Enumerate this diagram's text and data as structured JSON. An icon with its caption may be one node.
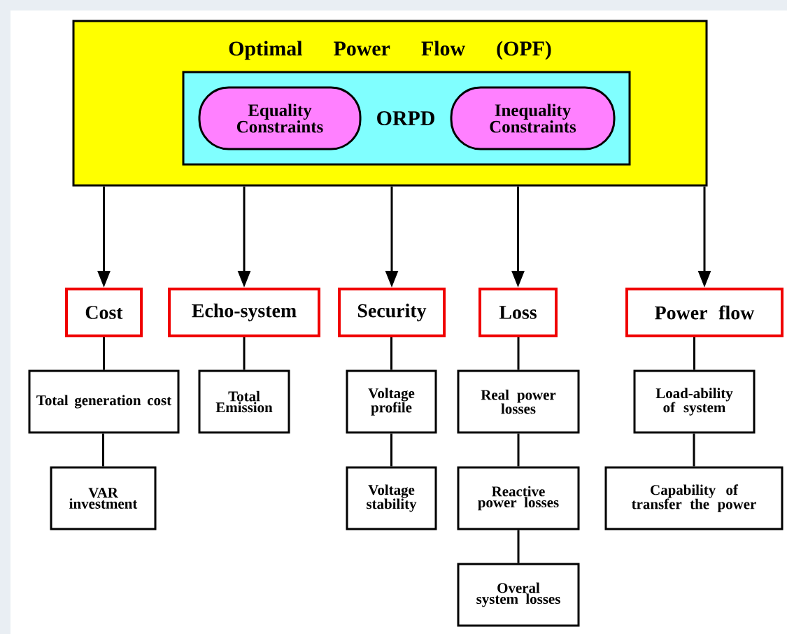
{
  "diagram": {
    "nodes": [
      {
        "text": [
          "Optimal Power Flow (OPF)"
        ]
      },
      {
        "text": [
          "ORPD"
        ],
        "in": 0
      },
      {
        "text": [
          "Equality Constraints"
        ],
        "in": 1
      },
      {
        "text": [
          "Inequality Constraints"
        ],
        "in": 1
      },
      {
        "text": [
          "Cost"
        ]
      },
      {
        "text": [
          "Echo-system"
        ]
      },
      {
        "text": [
          "Security"
        ]
      },
      {
        "text": [
          "Loss"
        ]
      },
      {
        "text": [
          "Power flow"
        ]
      },
      {
        "text": [
          "Total generation cost"
        ]
      },
      {
        "text": [
          "VAR investment"
        ]
      },
      {
        "text": [
          "Total Emission"
        ]
      },
      {
        "text": [
          "Voltage profile"
        ]
      },
      {
        "text": [
          "Voltage stability"
        ]
      },
      {
        "text": [
          "Real power losses"
        ]
      },
      {
        "text": [
          "Reactive power losses"
        ]
      },
      {
        "text": [
          "Overal system losses"
        ]
      },
      {
        "text": [
          "Load-ability of system"
        ]
      },
      {
        "text": [
          "Capability of transfer the power"
        ]
      }
    ],
    "edges": [
      {
        "from": 0,
        "to": 4,
        "arrow": "to"
      },
      {
        "from": 0,
        "to": 5,
        "arrow": "to"
      },
      {
        "from": 0,
        "to": 6,
        "arrow": "to"
      },
      {
        "from": 0,
        "to": 7,
        "arrow": "to"
      },
      {
        "from": 0,
        "to": 8,
        "arrow": "to"
      },
      {
        "from": 4,
        "to": 9,
        "arrow": "none"
      },
      {
        "from": 9,
        "to": 10,
        "arrow": "none"
      },
      {
        "from": 5,
        "to": 11,
        "arrow": "none"
      },
      {
        "from": 6,
        "to": 12,
        "arrow": "none"
      },
      {
        "from": 12,
        "to": 13,
        "arrow": "none"
      },
      {
        "from": 7,
        "to": 14,
        "arrow": "none"
      },
      {
        "from": 14,
        "to": 15,
        "arrow": "none"
      },
      {
        "from": 15,
        "to": 16,
        "arrow": "none"
      },
      {
        "from": 8,
        "to": 17,
        "arrow": "none"
      },
      {
        "from": 17,
        "to": 18,
        "arrow": "none"
      }
    ]
  }
}
